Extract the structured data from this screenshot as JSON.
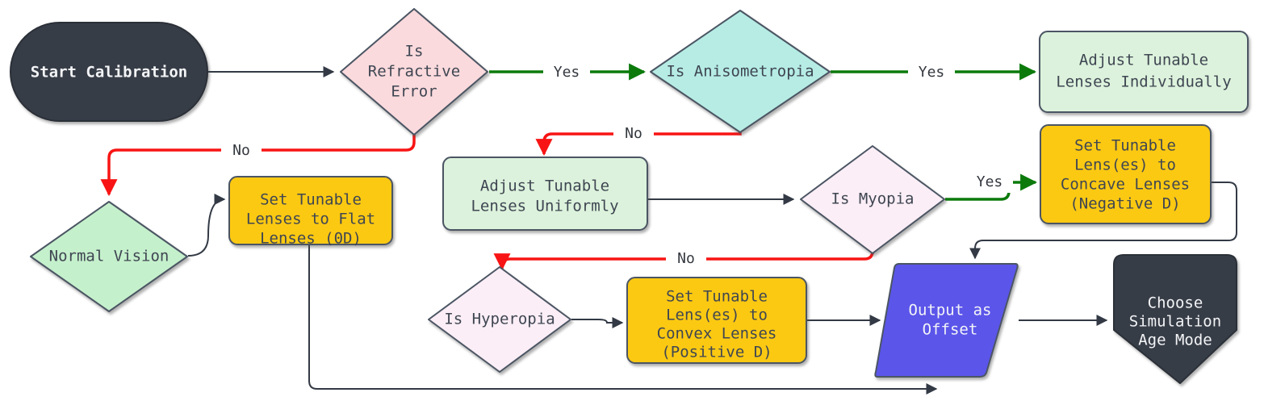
{
  "diagram": {
    "title": "Refractive Error Calibration Flowchart",
    "background": "#ffffff",
    "colors": {
      "start_end_fill": "#373d47",
      "start_end_text": "#f3f4f6",
      "decision_pink_fill": "#fadadd",
      "decision_cyan_fill": "#b6ece4",
      "decision_green_fill": "#c5f0cc",
      "decision_lavender_fill": "#fbeef6",
      "process_green_fill": "#dcf2dc",
      "process_yellow_fill": "#fcc912",
      "output_blue_fill": "#5b55ea",
      "yes_edge": "#0b7a0b",
      "no_edge": "#f81414",
      "default_edge": "#333a45",
      "node_stroke": "#4b5563",
      "label_text": "#3f4652"
    },
    "nodes": [
      {
        "id": "start",
        "shape": "stadium",
        "label": "Start Calibration",
        "lines": [
          "Start Calibration"
        ]
      },
      {
        "id": "is_refractive_error",
        "shape": "diamond",
        "label": "Is Refractive Error",
        "lines": [
          "Is",
          "Refractive",
          "Error"
        ]
      },
      {
        "id": "is_anisometropia",
        "shape": "diamond",
        "label": "Is Anisometropia",
        "lines": [
          "Is Anisometropia"
        ]
      },
      {
        "id": "adjust_individually",
        "shape": "rounded-rect",
        "label": "Adjust Tunable Lenses Individually",
        "lines": [
          "Adjust Tunable",
          "Lenses Individually"
        ]
      },
      {
        "id": "normal_vision",
        "shape": "diamond",
        "label": "Normal Vision",
        "lines": [
          "Normal Vision"
        ]
      },
      {
        "id": "set_flat_lenses",
        "shape": "rounded-rect",
        "label": "Set Tunable Lenses to Flat Lenses (0D)",
        "lines": [
          "Set Tunable",
          "Lenses to Flat",
          "Lenses (0D)"
        ]
      },
      {
        "id": "adjust_uniformly",
        "shape": "rounded-rect",
        "label": "Adjust Tunable Lenses Uniformly",
        "lines": [
          "Adjust Tunable",
          "Lenses Uniformly"
        ]
      },
      {
        "id": "is_myopia",
        "shape": "diamond",
        "label": "Is Myopia",
        "lines": [
          "Is Myopia"
        ]
      },
      {
        "id": "set_concave",
        "shape": "rounded-rect",
        "label": "Set Tunable Lens(es) to Concave Lenses (Negative D)",
        "lines": [
          "Set Tunable",
          "Lens(es) to",
          "Concave Lenses",
          "(Negative D)"
        ]
      },
      {
        "id": "is_hyperopia",
        "shape": "diamond",
        "label": "Is Hyperopia",
        "lines": [
          "Is Hyperopia"
        ]
      },
      {
        "id": "set_convex",
        "shape": "rounded-rect",
        "label": "Set Tunable Lens(es) to Convex Lenses (Positive D)",
        "lines": [
          "Set Tunable",
          "Lens(es) to",
          "Convex Lenses",
          "(Positive D)"
        ]
      },
      {
        "id": "output_as_offset",
        "shape": "parallelogram",
        "label": "Output as Offset",
        "lines": [
          "Output as",
          "Offset"
        ]
      },
      {
        "id": "choose_age_mode",
        "shape": "pentagon",
        "label": "Choose Simulation Age Mode",
        "lines": [
          "Choose",
          "Simulation",
          "Age Mode"
        ]
      }
    ],
    "edge_labels": {
      "refractive_yes": "Yes",
      "refractive_no": "No",
      "aniso_yes": "Yes",
      "aniso_no": "No",
      "myopia_yes": "Yes",
      "myopia_no": "No"
    }
  }
}
